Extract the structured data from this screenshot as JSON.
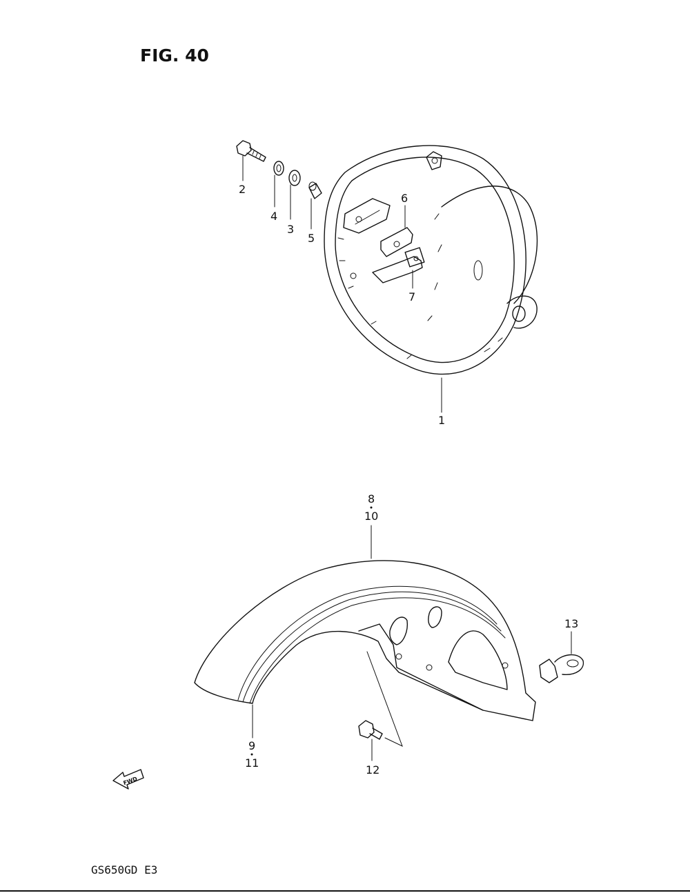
{
  "figure": {
    "title": "FIG. 40"
  },
  "footer": {
    "model": "GS650GD  E3"
  },
  "direction_arrow": {
    "label": "FWD"
  },
  "callouts": {
    "c1": "1",
    "c2": "2",
    "c3": "3",
    "c4": "4",
    "c5": "5",
    "c6": "6",
    "c7": "7",
    "c8": "8",
    "c9": "9",
    "c10": "10",
    "c11": "11",
    "c12": "12",
    "c13": "13"
  },
  "parts": [
    {
      "ref": "1",
      "item": "headlight-housing"
    },
    {
      "ref": "2",
      "item": "bolt"
    },
    {
      "ref": "3",
      "item": "washer"
    },
    {
      "ref": "4",
      "item": "lock-washer"
    },
    {
      "ref": "5",
      "item": "spacer"
    },
    {
      "ref": "6",
      "item": "plate"
    },
    {
      "ref": "7",
      "item": "connector"
    },
    {
      "ref": "8",
      "item": "front-fender"
    },
    {
      "ref": "9",
      "item": "fender-stripe"
    },
    {
      "ref": "10",
      "item": "front-fender"
    },
    {
      "ref": "11",
      "item": "fender-stripe"
    },
    {
      "ref": "12",
      "item": "bolt"
    },
    {
      "ref": "13",
      "item": "fastener"
    }
  ]
}
